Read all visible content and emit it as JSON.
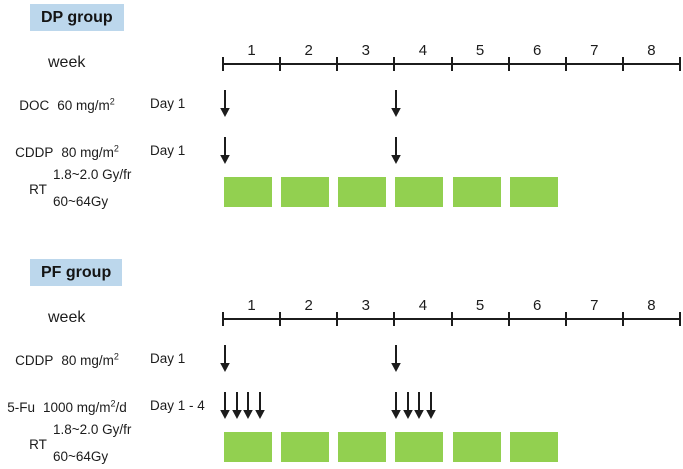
{
  "colors": {
    "header_bg": "#bcd7ec",
    "block_green": "#92d050",
    "ink": "#1c1c1c"
  },
  "timeline": {
    "week_label": "week",
    "weeks": [
      "1",
      "2",
      "3",
      "4",
      "5",
      "6",
      "7",
      "8"
    ]
  },
  "groups": [
    {
      "title": "DP group",
      "drug_rows": [
        {
          "name": "DOC",
          "dose_main": "60 mg/m",
          "dose_sup": "2",
          "dose_tail": "",
          "schedule": "Day 1",
          "cycle_weeks": [
            1,
            4
          ],
          "arrows_per_cycle": 1
        },
        {
          "name": "CDDP",
          "dose_main": "80 mg/m",
          "dose_sup": "2",
          "dose_tail": "",
          "schedule": "Day 1",
          "cycle_weeks": [
            1,
            4
          ],
          "arrows_per_cycle": 1
        }
      ],
      "rt_row": {
        "label": "RT",
        "dose_line1": "1.8~2.0 Gy/fr",
        "dose_line2": "60~64Gy",
        "weeks": [
          1,
          2,
          3,
          4,
          5,
          6
        ]
      }
    },
    {
      "title": "PF group",
      "drug_rows": [
        {
          "name": "CDDP",
          "dose_main": "80 mg/m",
          "dose_sup": "2",
          "dose_tail": "",
          "schedule": "Day 1",
          "cycle_weeks": [
            1,
            4
          ],
          "arrows_per_cycle": 1
        },
        {
          "name": "5-Fu",
          "dose_main": "1000 mg/m",
          "dose_sup": "2",
          "dose_tail": "/d",
          "schedule": "Day 1 - 4",
          "cycle_weeks": [
            1,
            4
          ],
          "arrows_per_cycle": 4
        }
      ],
      "rt_row": {
        "label": "RT",
        "dose_line1": "1.8~2.0 Gy/fr",
        "dose_line2": "60~64Gy",
        "weeks": [
          1,
          2,
          3,
          4,
          5,
          6
        ]
      }
    }
  ]
}
